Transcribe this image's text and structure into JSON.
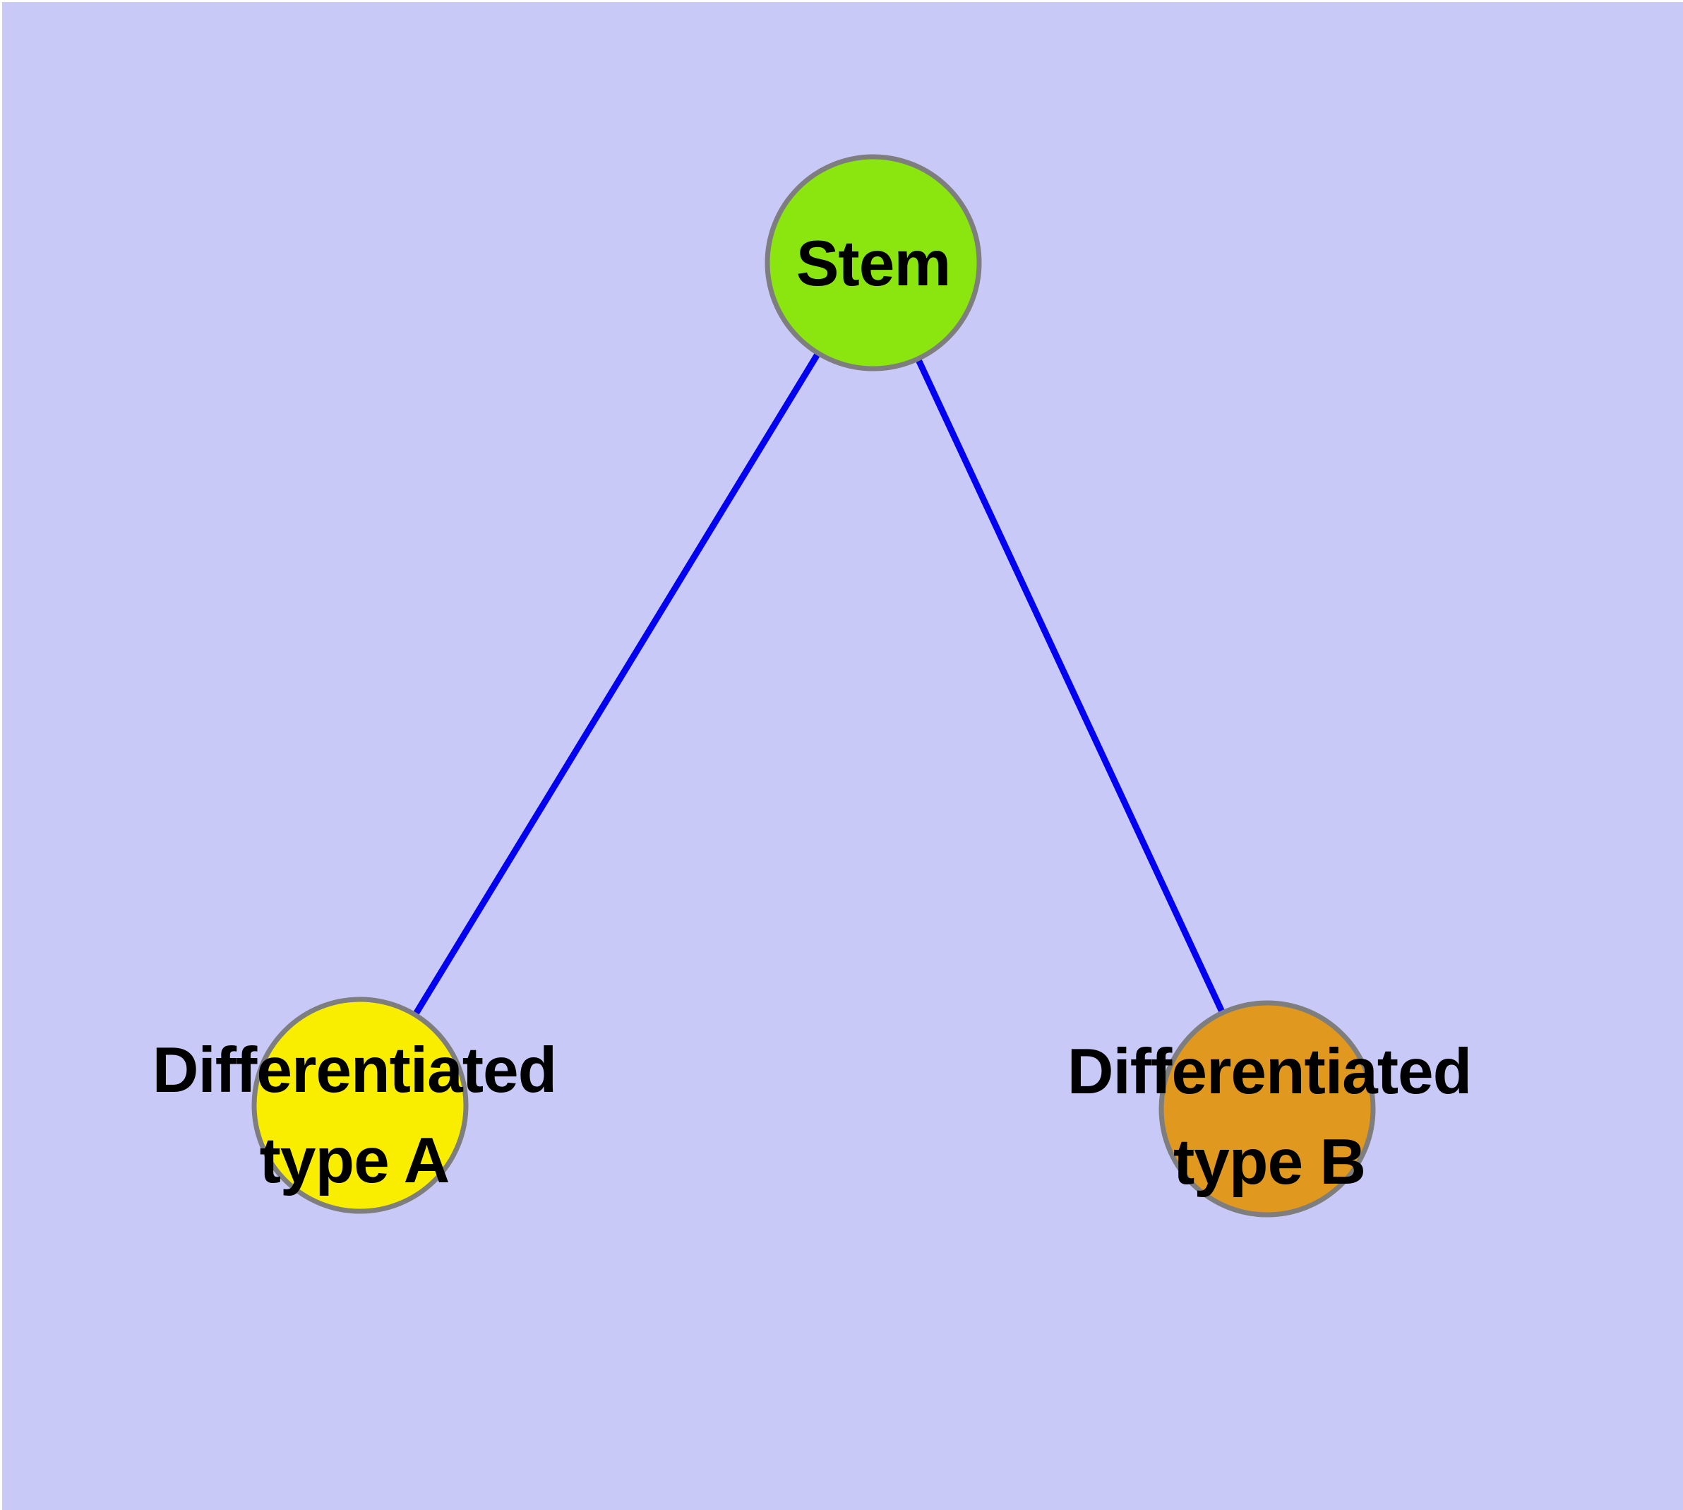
{
  "canvas": {
    "background_color": "#c9c9f8",
    "margin_color": "#ffffff"
  },
  "diagram": {
    "type": "node-edge-graph",
    "edge_color": "#0202f0",
    "node_stroke_color": "#7e7e7e",
    "nodes": [
      {
        "id": "stem",
        "label": "Stem",
        "fill": "#8ae60e"
      },
      {
        "id": "differentiated-type-a",
        "label_line1": "Differentiated",
        "label_line2": "type A",
        "fill": "#f9ee00"
      },
      {
        "id": "differentiated-type-b",
        "label_line1": "Differentiated",
        "label_line2": "type B",
        "fill": "#e0981f"
      }
    ],
    "edges": [
      {
        "from": "Stem",
        "to": "Differentiated type A"
      },
      {
        "from": "Stem",
        "to": "Differentiated type B"
      }
    ]
  }
}
